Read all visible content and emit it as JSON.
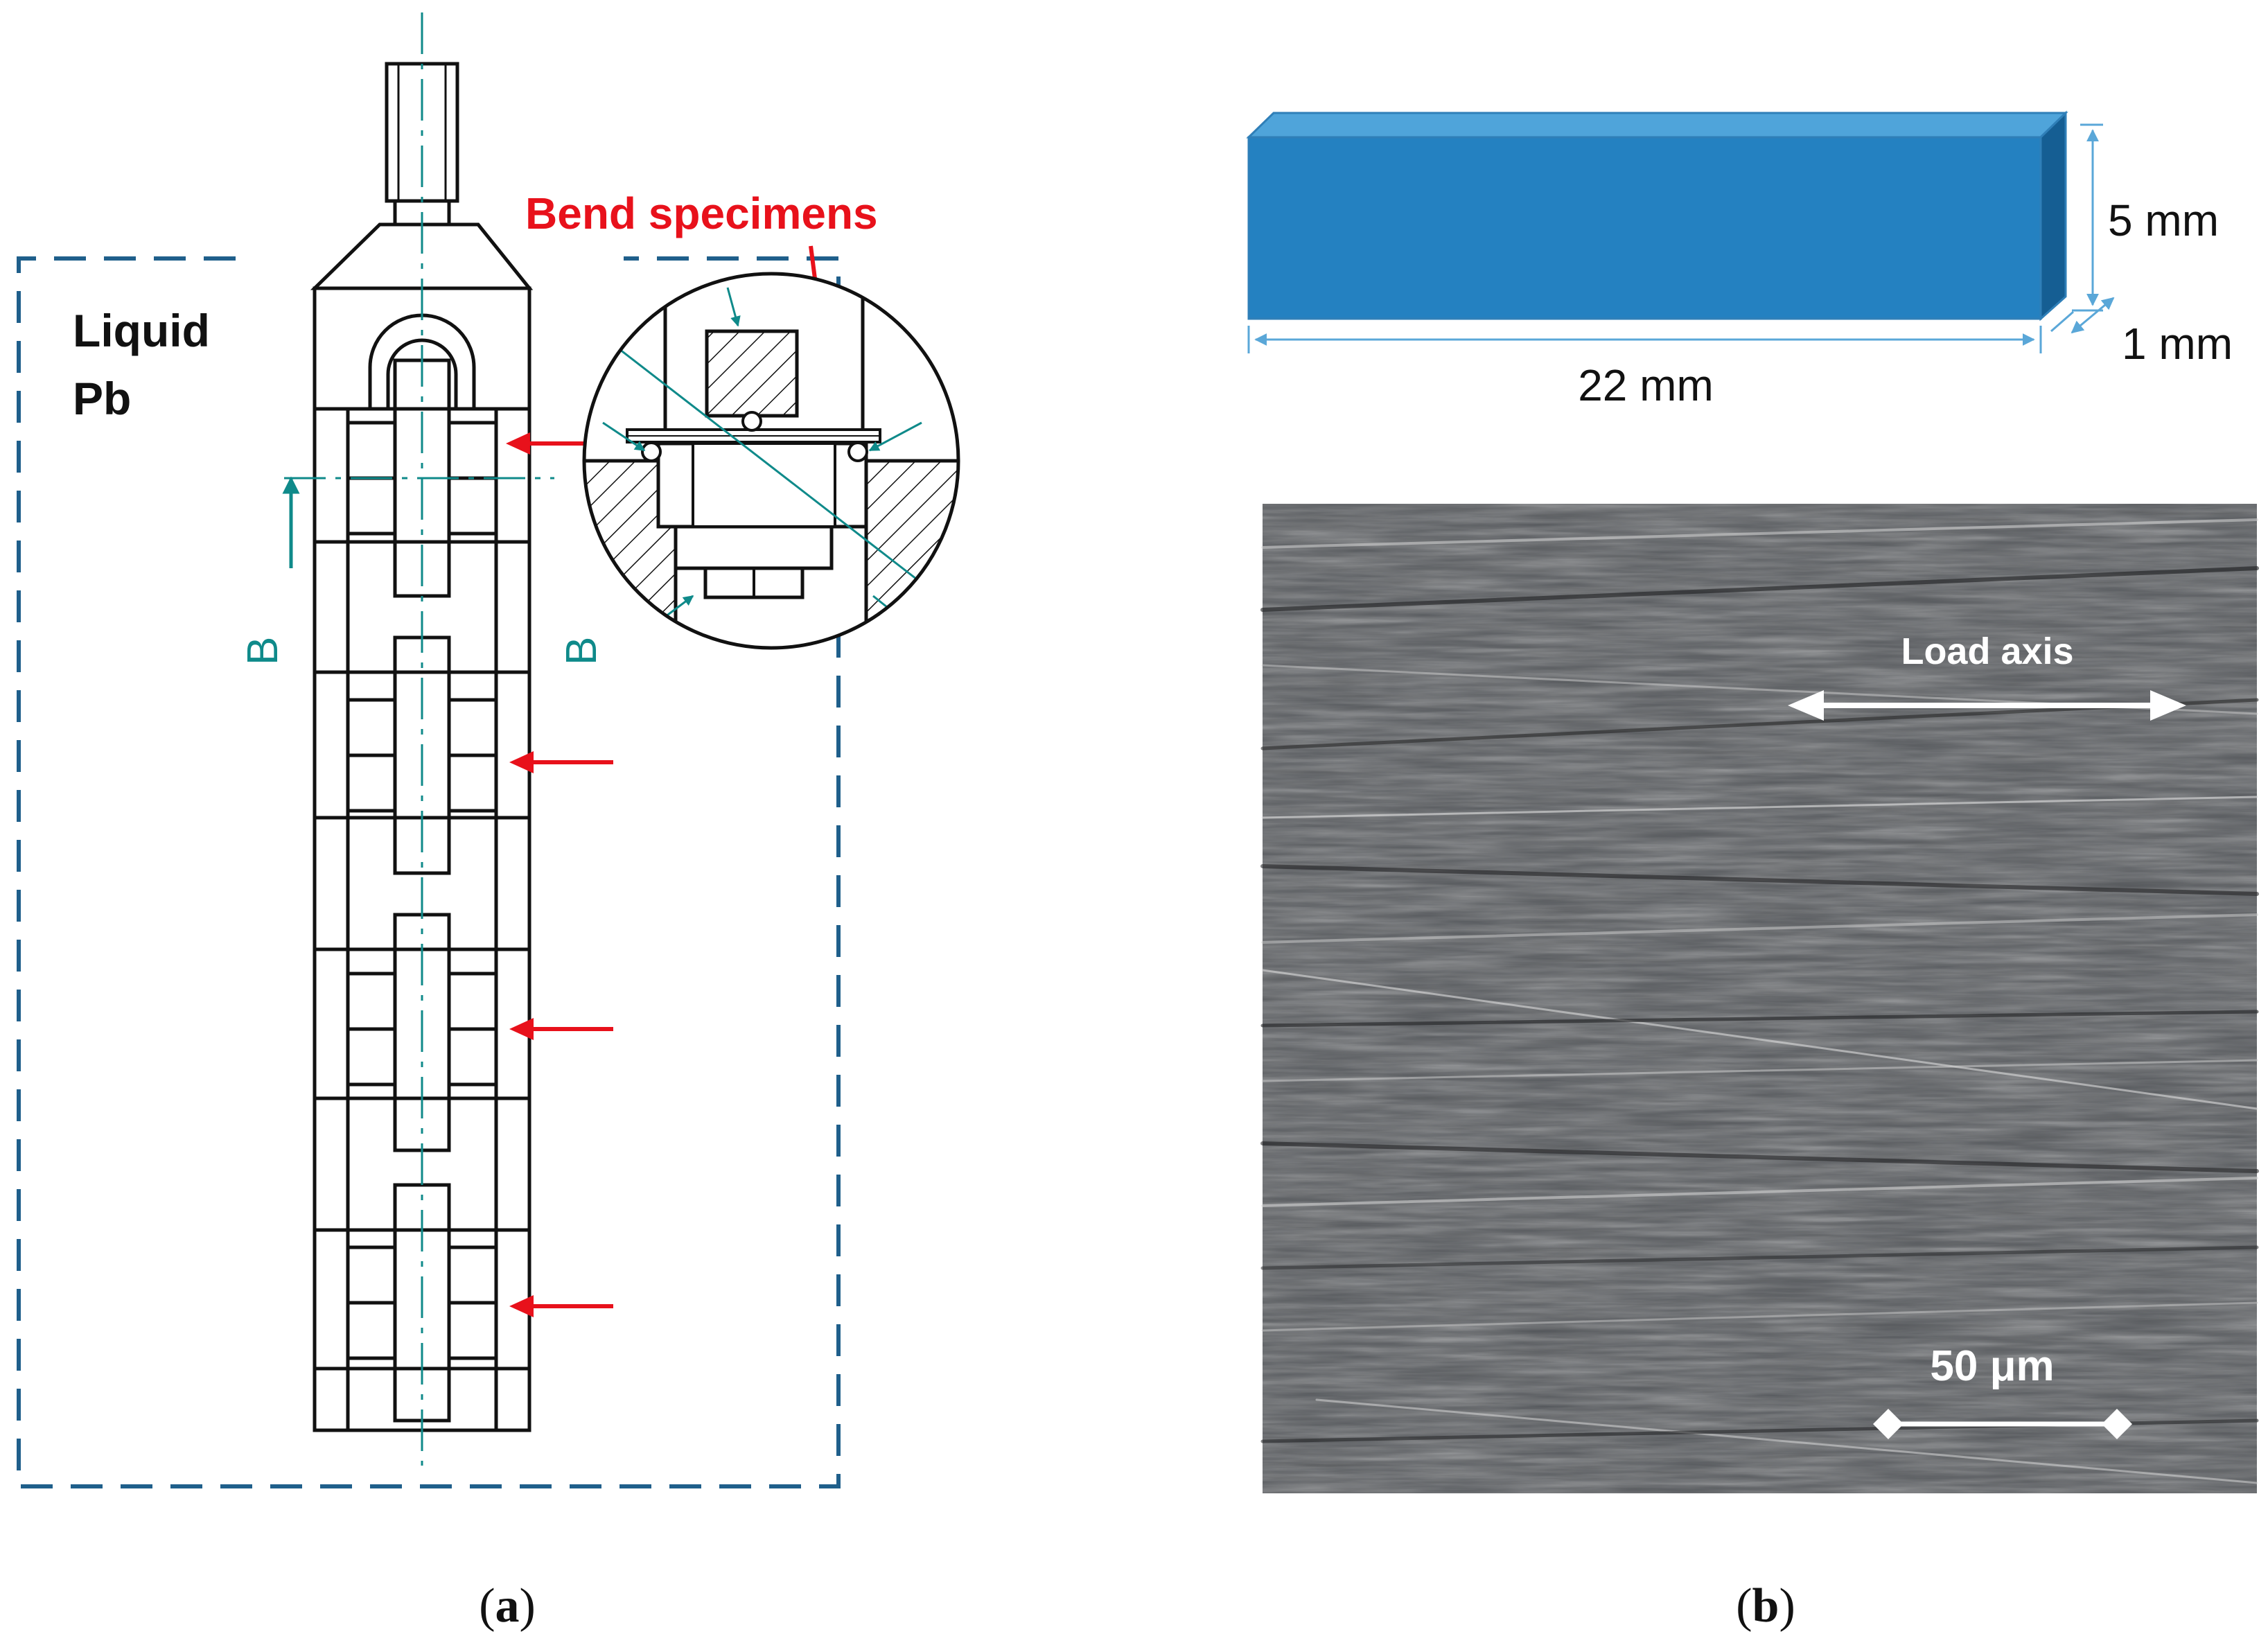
{
  "panel_a": {
    "caption_open": "(",
    "caption_letter": "a",
    "caption_close": ")",
    "liquid_label_line1": "Liquid",
    "liquid_label_line2": "Pb",
    "bend_label": "Bend specimens",
    "section_label": "B",
    "colors": {
      "drawing": "#111111",
      "axis": "#0f8a8a",
      "arrow": "#e8111b",
      "vessel": "#1f5f8b"
    }
  },
  "panel_b": {
    "caption_open": "(",
    "caption_letter": "b",
    "caption_close": ")",
    "dim_height": "5 mm",
    "dim_thickness": "1 mm",
    "dim_length": "22 mm",
    "load_axis": "Load axis",
    "scale_bar": "50 μm",
    "colors": {
      "specimen_front": "#2481c1",
      "specimen_top": "#4fa4da",
      "specimen_side": "#155e93",
      "dimension": "#5aa7d8",
      "micrograph": "#55585c"
    }
  }
}
